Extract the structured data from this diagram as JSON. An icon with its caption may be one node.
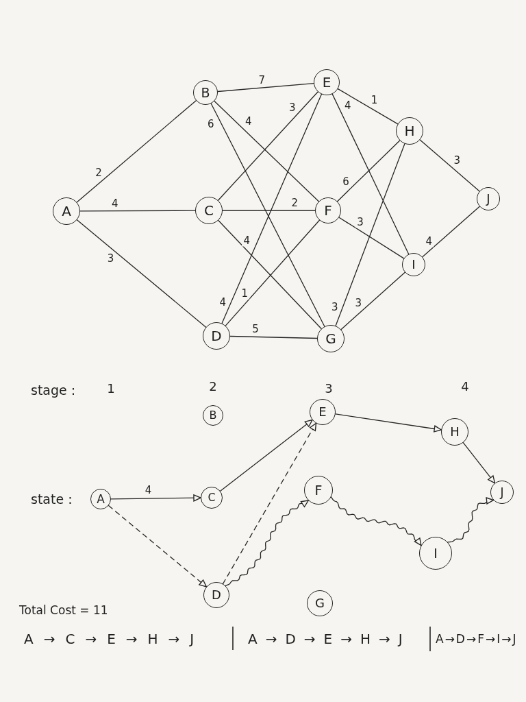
{
  "diagram": {
    "nodes": [
      {
        "text": [
          "A"
        ]
      },
      {
        "text": [
          "B"
        ]
      },
      {
        "text": [
          "C"
        ]
      },
      {
        "text": [
          "D"
        ]
      },
      {
        "text": [
          "E"
        ]
      },
      {
        "text": [
          "F"
        ]
      },
      {
        "text": [
          "G"
        ]
      },
      {
        "text": [
          "H"
        ]
      },
      {
        "text": [
          "I"
        ]
      },
      {
        "text": [
          "J"
        ]
      },
      {
        "text": [
          "A"
        ]
      },
      {
        "text": [
          "B"
        ]
      },
      {
        "text": [
          "C"
        ]
      },
      {
        "text": [
          "D"
        ]
      },
      {
        "text": [
          "E"
        ]
      },
      {
        "text": [
          "F"
        ]
      },
      {
        "text": [
          "G"
        ]
      },
      {
        "text": [
          "H"
        ]
      },
      {
        "text": [
          "I"
        ]
      },
      {
        "text": [
          "J"
        ]
      }
    ],
    "edges": [
      {
        "from": 0,
        "to": 1,
        "arrow": "none",
        "label": "2"
      },
      {
        "from": 0,
        "to": 2,
        "arrow": "none",
        "label": "4"
      },
      {
        "from": 0,
        "to": 3,
        "arrow": "none",
        "label": "3"
      },
      {
        "from": 1,
        "to": 4,
        "arrow": "none",
        "label": "7"
      },
      {
        "from": 1,
        "to": 5,
        "arrow": "none",
        "label": "4"
      },
      {
        "from": 1,
        "to": 6,
        "arrow": "none",
        "label": "6"
      },
      {
        "from": 2,
        "to": 4,
        "arrow": "none",
        "label": "3"
      },
      {
        "from": 2,
        "to": 5,
        "arrow": "none",
        "label": "2"
      },
      {
        "from": 2,
        "to": 6,
        "arrow": "none",
        "label": "4"
      },
      {
        "from": 3,
        "to": 4,
        "arrow": "none",
        "label": "4"
      },
      {
        "from": 3,
        "to": 5,
        "arrow": "none",
        "label": "1"
      },
      {
        "from": 3,
        "to": 6,
        "arrow": "none",
        "label": "5"
      },
      {
        "from": 4,
        "to": 7,
        "arrow": "none",
        "label": "1"
      },
      {
        "from": 4,
        "to": 8,
        "arrow": "none",
        "label": "4"
      },
      {
        "from": 5,
        "to": 7,
        "arrow": "none",
        "label": "6"
      },
      {
        "from": 5,
        "to": 8,
        "arrow": "none",
        "label": "3"
      },
      {
        "from": 6,
        "to": 7,
        "arrow": "none",
        "label": "3"
      },
      {
        "from": 6,
        "to": 8,
        "arrow": "none",
        "label": "3"
      },
      {
        "from": 7,
        "to": 9,
        "arrow": "none",
        "label": "3"
      },
      {
        "from": 8,
        "to": 9,
        "arrow": "none",
        "label": "4"
      },
      {
        "from": 10,
        "to": 12,
        "arrow": "to",
        "label": "4"
      },
      {
        "from": 10,
        "to": 13,
        "arrow": "to",
        "style": "dashed"
      },
      {
        "from": 12,
        "to": 14,
        "arrow": "to"
      },
      {
        "from": 13,
        "to": 14,
        "arrow": "to",
        "style": "dashed"
      },
      {
        "from": 13,
        "to": 15,
        "arrow": "to"
      },
      {
        "from": 14,
        "to": 17,
        "arrow": "to"
      },
      {
        "from": 17,
        "to": 19,
        "arrow": "to"
      },
      {
        "from": 15,
        "to": 18,
        "arrow": "to"
      },
      {
        "from": 18,
        "to": 19,
        "arrow": "to"
      }
    ],
    "labels": [
      "stage :",
      "1",
      "2",
      "3",
      "4",
      "state :",
      "Total Cost = 11",
      "A→C→E→H→J",
      "A→D→E→H→J",
      "A→D→F→I→J"
    ]
  }
}
